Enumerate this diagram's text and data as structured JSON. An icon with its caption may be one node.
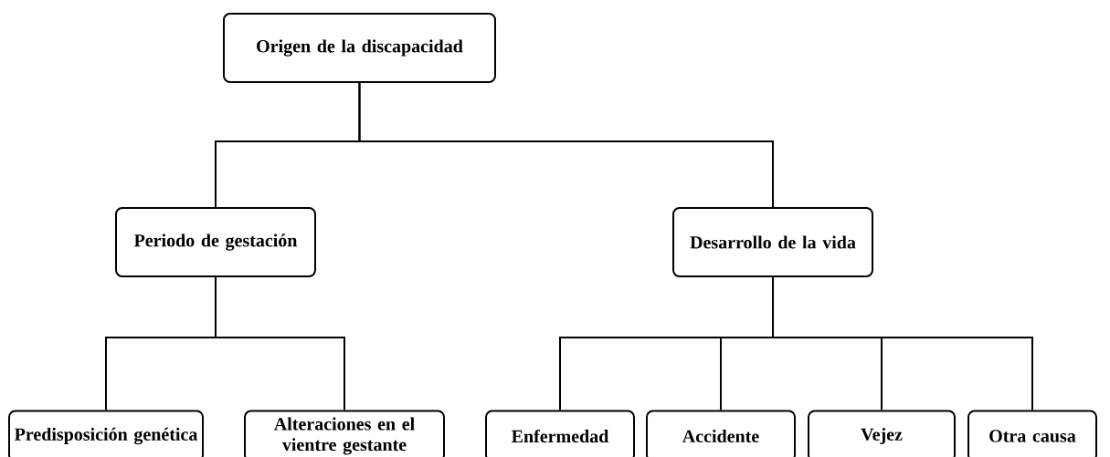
{
  "diagram": {
    "nodes": [
      {
        "text": [
          "Origen de la discapacidad"
        ]
      },
      {
        "text": [
          "Periodo de gestación"
        ]
      },
      {
        "text": [
          "Desarrollo de la vida"
        ]
      },
      {
        "text": [
          "Predisposición genética"
        ]
      },
      {
        "text": [
          "Alteraciones en el vientre gestante"
        ]
      },
      {
        "text": [
          "Enfermedad"
        ]
      },
      {
        "text": [
          "Accidente"
        ]
      },
      {
        "text": [
          "Vejez"
        ]
      },
      {
        "text": [
          "Otra causa"
        ]
      }
    ],
    "edges": [
      {
        "from": 0,
        "to": 1,
        "arrow": "none"
      },
      {
        "from": 0,
        "to": 2,
        "arrow": "none"
      },
      {
        "from": 1,
        "to": 3,
        "arrow": "none"
      },
      {
        "from": 1,
        "to": 4,
        "arrow": "none"
      },
      {
        "from": 2,
        "to": 5,
        "arrow": "none"
      },
      {
        "from": 2,
        "to": 6,
        "arrow": "none"
      },
      {
        "from": 2,
        "to": 7,
        "arrow": "none"
      },
      {
        "from": 2,
        "to": 8,
        "arrow": "none"
      }
    ]
  }
}
